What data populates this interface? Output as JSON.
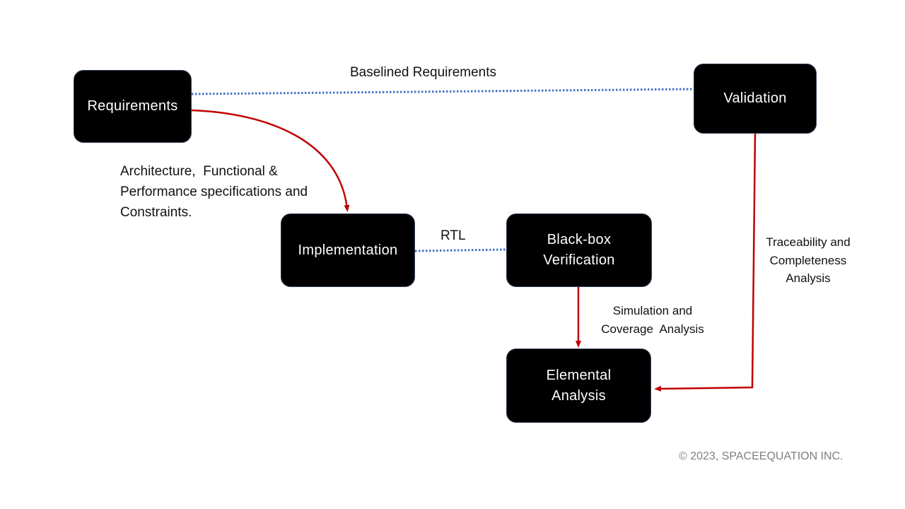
{
  "diagram": {
    "nodes": {
      "requirements": "Requirements",
      "validation": "Validation",
      "implementation": "Implementation",
      "blackbox_verification": [
        "Black-box",
        "Verification"
      ],
      "elemental_analysis": [
        "Elemental",
        "Analysis"
      ]
    },
    "edges": [
      {
        "from": "Requirements",
        "to": "Validation",
        "style": "dotted",
        "label": "Baselined Requirements"
      },
      {
        "from": "Requirements",
        "to": "Implementation",
        "style": "solid-arrow",
        "label": "Architecture, Functional & Performance specifications and Constraints."
      },
      {
        "from": "Implementation",
        "to": "Black-box Verification",
        "style": "dotted",
        "label": "RTL"
      },
      {
        "from": "Black-box Verification",
        "to": "Elemental Analysis",
        "style": "solid-arrow",
        "label": "Simulation and Coverage Analysis"
      },
      {
        "from": "Validation",
        "to": "Elemental Analysis",
        "style": "solid-arrow",
        "label": "Traceability and Completeness Analysis"
      }
    ],
    "labels": {
      "baselined": "Baselined Requirements",
      "arch_lines": [
        "Architecture,  Functional &",
        "Performance specifications and",
        "Constraints."
      ],
      "rtl": "RTL",
      "sim_lines": [
        "Simulation and",
        "Coverage  Analysis"
      ],
      "trace_lines": [
        "Traceability and",
        "Completeness",
        "Analysis"
      ]
    },
    "colors": {
      "node_fill": "#000000",
      "node_text": "#ffffff",
      "solid_arrow": "#c00000",
      "dotted_line": "#4472c4"
    }
  },
  "footer": {
    "copyright": "© 2023, SPACEEQUATION INC."
  }
}
